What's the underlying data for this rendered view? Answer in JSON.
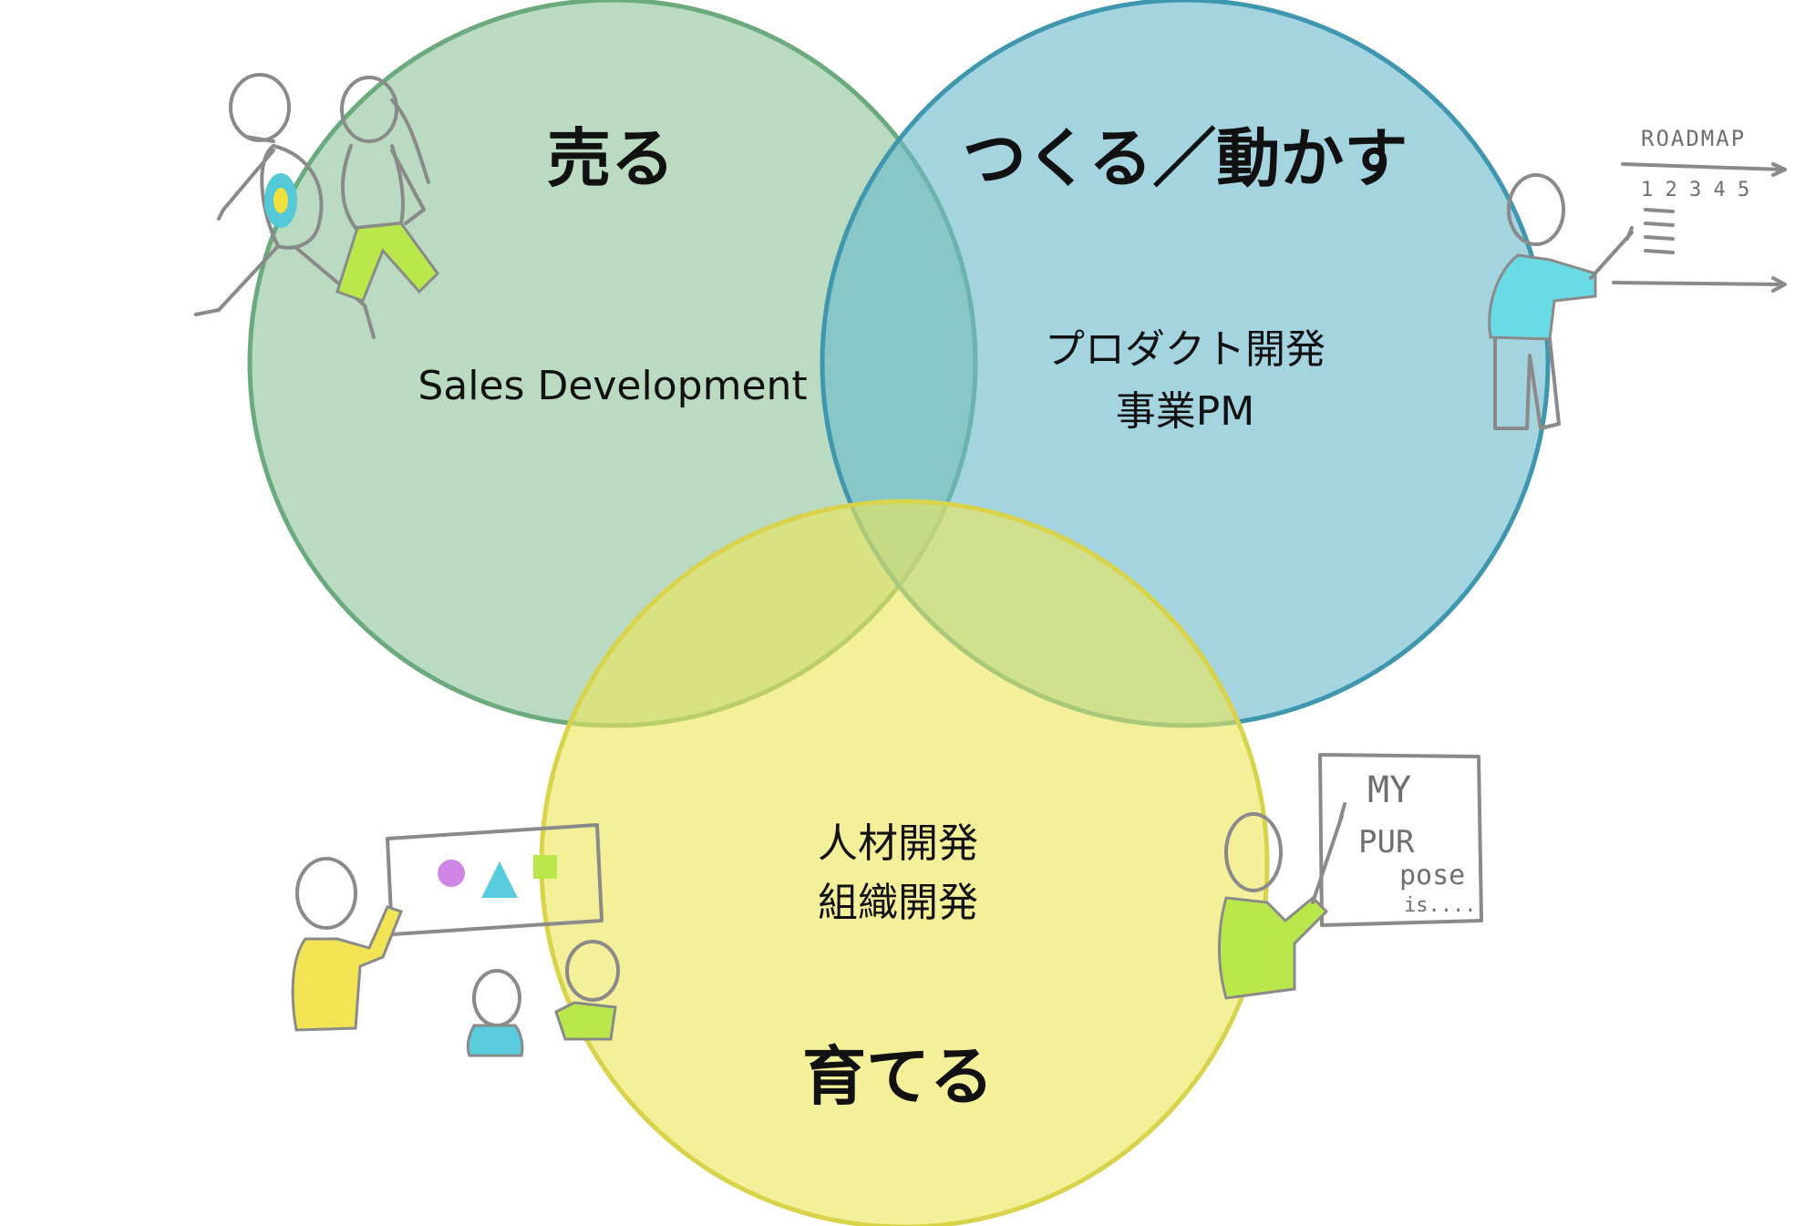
{
  "diagram": {
    "type": "venn",
    "circles": [
      {
        "id": "sell",
        "title": "売る",
        "lines": [
          "Sales Development"
        ],
        "color": "#8fc59d",
        "stroke": "#6aaa7c"
      },
      {
        "id": "build",
        "title": "つくる／動かす",
        "lines": [
          "プロダクト開発",
          "事業PM"
        ],
        "color": "#6bb9cc",
        "stroke": "#3e97ae"
      },
      {
        "id": "grow",
        "title": "育てる",
        "lines": [
          "人材開発",
          "組織開発"
        ],
        "color": "#ebe65a",
        "stroke": "#d8d34a"
      }
    ]
  },
  "illustrations": {
    "roadmap_board": {
      "icon": "roadmap-icon",
      "heading": "ROADMAP",
      "steps": "1 2 3 4 5"
    },
    "purpose_board": {
      "icon": "purpose-board-icon",
      "lines": [
        "MY",
        "PUR",
        "pose",
        "is...."
      ]
    },
    "runners": {
      "icon": "running-people-icon"
    },
    "team_board": {
      "icon": "team-whiteboard-icon"
    }
  }
}
